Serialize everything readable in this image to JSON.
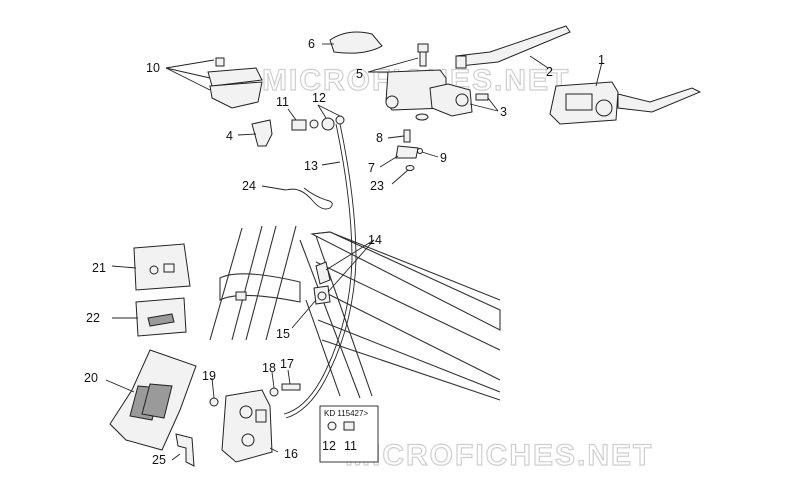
{
  "watermarks": [
    "MICROFICHES.NET",
    "MICROFICHES.NET"
  ],
  "labels": [
    {
      "id": "l1",
      "text": "1"
    },
    {
      "id": "l2",
      "text": "2"
    },
    {
      "id": "l3",
      "text": "3"
    },
    {
      "id": "l4",
      "text": "4"
    },
    {
      "id": "l5",
      "text": "5"
    },
    {
      "id": "l6",
      "text": "6"
    },
    {
      "id": "l7",
      "text": "7"
    },
    {
      "id": "l8",
      "text": "8"
    },
    {
      "id": "l9",
      "text": "9"
    },
    {
      "id": "l10",
      "text": "10"
    },
    {
      "id": "l11",
      "text": "11"
    },
    {
      "id": "l12",
      "text": "12"
    },
    {
      "id": "l13",
      "text": "13"
    },
    {
      "id": "l14",
      "text": "14"
    },
    {
      "id": "l15",
      "text": "15"
    },
    {
      "id": "l16",
      "text": "16"
    },
    {
      "id": "l17",
      "text": "17"
    },
    {
      "id": "l18",
      "text": "18"
    },
    {
      "id": "l19",
      "text": "19"
    },
    {
      "id": "l20",
      "text": "20"
    },
    {
      "id": "l21",
      "text": "21"
    },
    {
      "id": "l22",
      "text": "22"
    },
    {
      "id": "l23",
      "text": "23"
    },
    {
      "id": "l24",
      "text": "24"
    },
    {
      "id": "l25",
      "text": "25"
    }
  ],
  "inset": {
    "title": "KD 115427>",
    "label_a": "12",
    "label_b": "11"
  }
}
